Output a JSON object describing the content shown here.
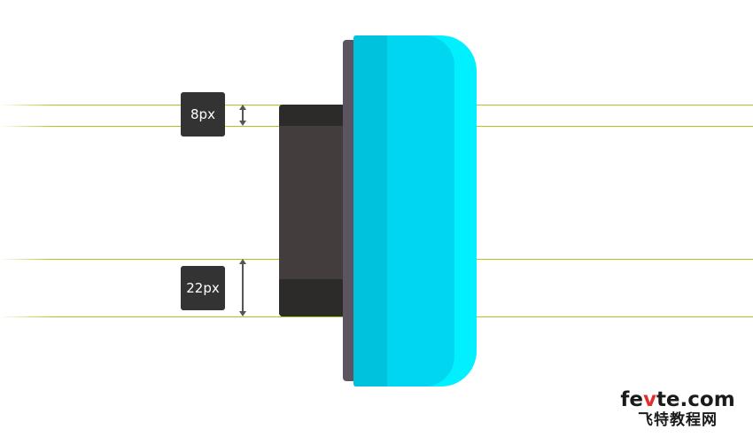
{
  "annotations": {
    "top_gap_label": "8px",
    "bottom_gap_label": "22px"
  },
  "watermark": {
    "site": "fevte.com",
    "site_highlight": "v",
    "site_name_cn": "飞特教程网"
  },
  "colors": {
    "guide_line": "#a6c81e",
    "label_bg": "#333333",
    "label_text": "#ffffff",
    "dimension_arrow": "#555555",
    "dark_block": "#433e3d",
    "dark_block_band": "#2d2b2a",
    "gray_edge": "#5a5560",
    "cyan_outer": "#00f0ff",
    "cyan_mid": "#00d6f0",
    "cyan_inner": "#00c2dc",
    "watermark_text": "#1a1a1a",
    "watermark_accent": "#e03030"
  }
}
